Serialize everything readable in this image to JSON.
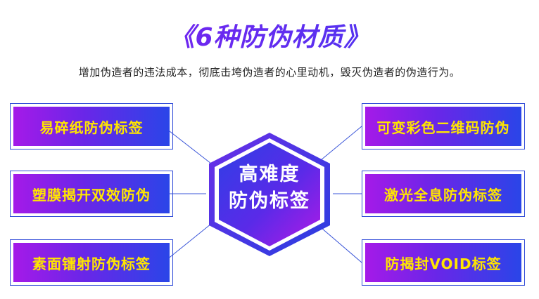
{
  "title": "《6种防伪材质》",
  "subtitle": "增加伪造者的违法成本，彻底击垮伪造者的心里动机，毁灭伪造者的伪造行为。",
  "center": {
    "line1": "高难度",
    "line2": "防伪标签"
  },
  "left_items": [
    "易碎纸防伪标签",
    "塑膜揭开双效防伪",
    "素面镭射防伪标签"
  ],
  "right_items": [
    "可变彩色二维码防伪",
    "激光全息防伪标签",
    "防揭封VOID标签"
  ],
  "colors": {
    "accent_purple": "#9b1de8",
    "accent_blue": "#2f4ad8",
    "label_yellow": "#ffe600"
  }
}
